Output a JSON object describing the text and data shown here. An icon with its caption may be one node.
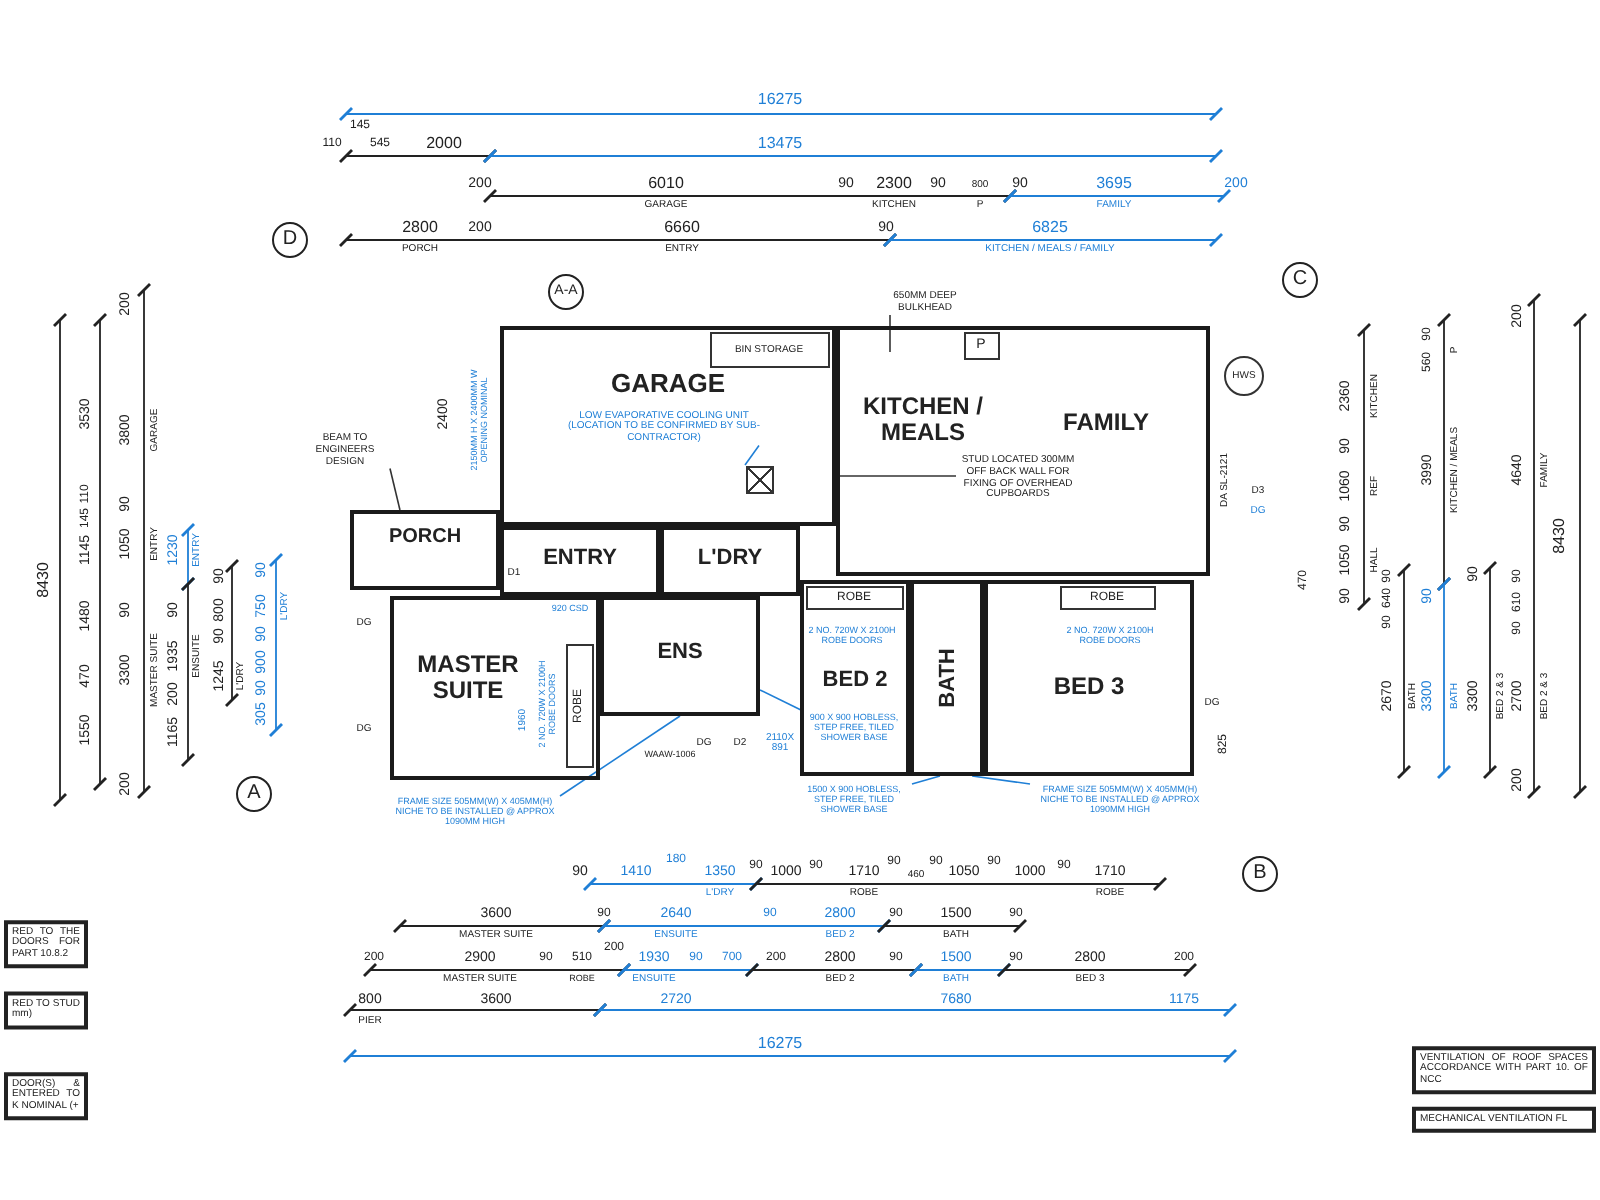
{
  "diagram": {
    "nodes": [
      {
        "text": [
          "GARAGE"
        ]
      },
      {
        "text": [
          "BIN STORAGE"
        ],
        "in": 0
      },
      {
        "text": [
          "LOW EVAPORATIVE COOLING UNIT (LOCATION TO BE CONFIRMED BY SUB-CONTRACTOR)"
        ],
        "in": 0
      },
      {
        "text": [],
        "shape": "box",
        "in": 0
      },
      {
        "text": [
          "KITCHEN / MEALS"
        ]
      },
      {
        "text": [
          "P"
        ],
        "in": 4
      },
      {
        "text": [
          "FAMILY"
        ]
      },
      {
        "text": [
          "PORCH"
        ]
      },
      {
        "text": [
          "ENTRY"
        ]
      },
      {
        "text": [
          "L'DRY"
        ]
      },
      {
        "text": [
          "MASTER SUITE"
        ]
      },
      {
        "text": [
          "ROBE"
        ],
        "in": 10
      },
      {
        "text": [
          "ENS"
        ]
      },
      {
        "text": [
          "BED 2"
        ]
      },
      {
        "text": [
          "ROBE"
        ],
        "in": 13
      },
      {
        "text": [
          "BATH"
        ]
      },
      {
        "text": [
          "BED 3"
        ]
      },
      {
        "text": [
          "ROBE"
        ],
        "in": 16
      },
      {
        "text": [
          "HWS"
        ]
      },
      {
        "text": [
          "BEAM TO ENGINEERS DESIGN"
        ]
      },
      {
        "text": [
          "650MM DEEP BULKHEAD"
        ]
      },
      {
        "text": [
          "STUD LOCATED 300MM OFF BACK WALL FOR FIXING OF OVERHEAD CUPBOARDS"
        ]
      },
      {
        "text": [
          "900 X 900 HOBLESS, STEP FREE, TILED SHOWER BASE"
        ],
        "in": 13
      },
      {
        "text": [
          "1500 X 900 HOBLESS, STEP FREE, TILED SHOWER BASE"
        ]
      },
      {
        "text": [
          "FRAME SIZE 505MM(W) X 405MM(H) NICHE TO BE INSTALLED @ APPROX 1090MM HIGH"
        ]
      },
      {
        "text": [
          "FRAME SIZE 505MM(W) X 405MM(H) NICHE TO BE INSTALLED @ APPROX 1090MM HIGH"
        ]
      }
    ],
    "edges": [
      {
        "from": 19,
        "to": 7,
        "arrow": "none",
        "color": "#333333"
      },
      {
        "from": 2,
        "to": 3,
        "arrow": "none"
      },
      {
        "from": 20,
        "to": null,
        "arrow": "none",
        "color": "#333333"
      },
      {
        "from": 21,
        "to": 4,
        "arrow": "none",
        "color": "#333333"
      },
      {
        "from": 22,
        "to": 12,
        "arrow": "none"
      },
      {
        "from": 23,
        "to": 15,
        "arrow": "none"
      },
      {
        "from": 24,
        "to": 12,
        "arrow": "none"
      },
      {
        "from": 25,
        "to": 15,
        "arrow": "none"
      }
    ],
    "labels": [
      "16275",
      "145",
      "110",
      "545",
      "2000",
      "13475",
      "200",
      "6010",
      "GARAGE",
      "90",
      "2300",
      "KITCHEN",
      "90",
      "800",
      "P",
      "90",
      "3695",
      "FAMILY",
      "200",
      "2800",
      "PORCH",
      "200",
      "6660",
      "ENTRY",
      "90",
      "6825",
      "KITCHEN / MEALS / FAMILY",
      "8430",
      "3530",
      "1145",
      "145",
      "110",
      "1480",
      "470",
      "1550",
      "200",
      "3800",
      "GARAGE",
      "90",
      "1050",
      "ENTRY",
      "90",
      "3300",
      "MASTER SUITE",
      "200",
      "1230",
      "ENTRY",
      "90",
      "1935",
      "ENSUITE",
      "200",
      "1165",
      "90",
      "800",
      "90",
      "1245",
      "L'DRY",
      "90",
      "750",
      "L'DRY",
      "90",
      "900",
      "90",
      "305",
      "2400",
      "2150MM H X 2400MM W OPENING NOMINAL",
      "D1",
      "920 CSD",
      "WAAW-1006",
      "DG",
      "2110X 891",
      "D2",
      "DG",
      "DG",
      "2 NO. 720W X 2100H ROBE DOORS",
      "2 NO. 720W X 2100H ROBE DOORS",
      "DA SL-2121",
      "D3",
      "DG",
      "DG",
      "470",
      "825",
      "2360",
      "KITCHEN",
      "90",
      "1060",
      "REF",
      "90",
      "1050",
      "HALL",
      "90",
      "90",
      "640",
      "90",
      "2670",
      "BATH",
      "90",
      "560",
      "P",
      "3990",
      "KITCHEN / MEALS",
      "90",
      "3300",
      "BATH",
      "90",
      "3300",
      "BED 2 & 3",
      "200",
      "4640",
      "FAMILY",
      "90",
      "610",
      "90",
      "2700",
      "BED 2 & 3",
      "200",
      "8430",
      "90",
      "1410",
      "180",
      "1350",
      "L'DRY",
      "90",
      "1000",
      "90",
      "1710",
      "ROBE",
      "90",
      "460",
      "90",
      "1050",
      "90",
      "1000",
      "90",
      "1710",
      "ROBE",
      "3600",
      "MASTER SUITE",
      "90",
      "2640",
      "ENSUITE",
      "90",
      "2800",
      "BED 2",
      "90",
      "1500",
      "BATH",
      "90",
      "200",
      "2900",
      "MASTER SUITE",
      "90",
      "510",
      "ROBE",
      "200",
      "1930",
      "ENSUITE",
      "90",
      "700",
      "200",
      "2800",
      "BED 2",
      "90",
      "1500",
      "BATH",
      "90",
      "2800",
      "BED 3",
      "200",
      "800",
      "PIER",
      "3600",
      "2720",
      "7680",
      "1175",
      "16275",
      "D",
      "A-A",
      "C",
      "A",
      "B",
      "1960",
      "2 NO. 720W X 2100H ROBE DOORS",
      "RED TO THE DOORS FOR PART 10.8.2",
      "RED TO STUD mm)",
      "DOOR(S) & ENTERED TO K NOMINAL (+",
      "VENTILATION OF ROOF SPACES ACCORDANCE WITH PART 10. OF NCC",
      "MECHANICAL VENTILATION FL"
    ]
  }
}
